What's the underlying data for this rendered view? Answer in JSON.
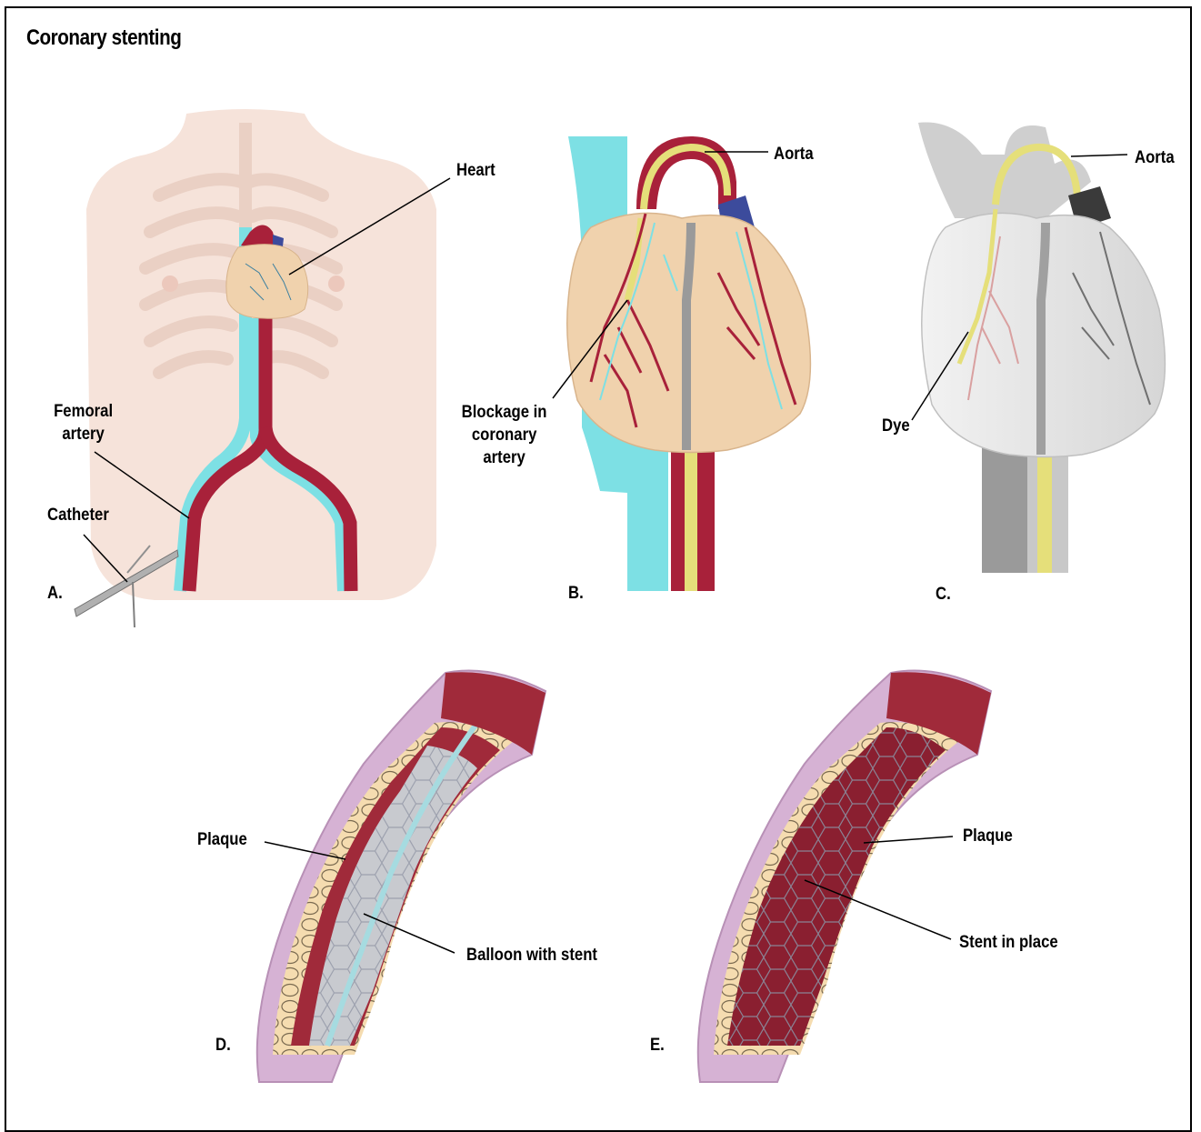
{
  "title": "Coronary stenting",
  "panels": {
    "a": {
      "letter": "A.",
      "heart": "Heart",
      "femoral_artery": "Femoral artery",
      "catheter": "Catheter"
    },
    "b": {
      "letter": "B.",
      "aorta": "Aorta",
      "blockage": "Blockage in coronary artery"
    },
    "c": {
      "letter": "C.",
      "aorta": "Aorta",
      "dye": "Dye"
    },
    "d": {
      "letter": "D.",
      "plaque": "Plaque",
      "balloon": "Balloon with stent"
    },
    "e": {
      "letter": "E.",
      "plaque": "Plaque",
      "stent": "Stent in place"
    }
  },
  "colors": {
    "skin": "#f6e3da",
    "artery_red": "#a8213a",
    "vein_cyan": "#7de0e4",
    "heart_tan": "#f0d2ad",
    "catheter_yellow": "#e5df7a",
    "vessel_pink": "#c8a0c6",
    "plaque": "#f5dcb0"
  }
}
